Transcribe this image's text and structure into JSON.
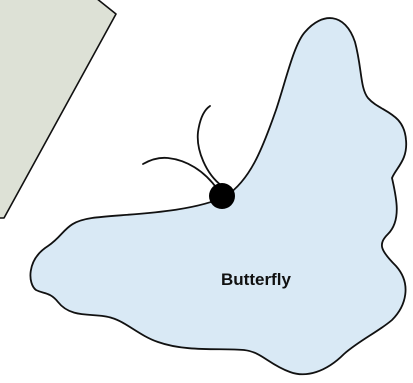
{
  "shape_label": "Butterfly",
  "colors": {
    "background": "#ffffff",
    "panel_fill": "#dde1d6",
    "shape_fill": "#d9e9f5",
    "outline": "#111111",
    "head": "#000000"
  },
  "icons": {
    "head": "filled-circle",
    "antennae": "curved-lines"
  }
}
